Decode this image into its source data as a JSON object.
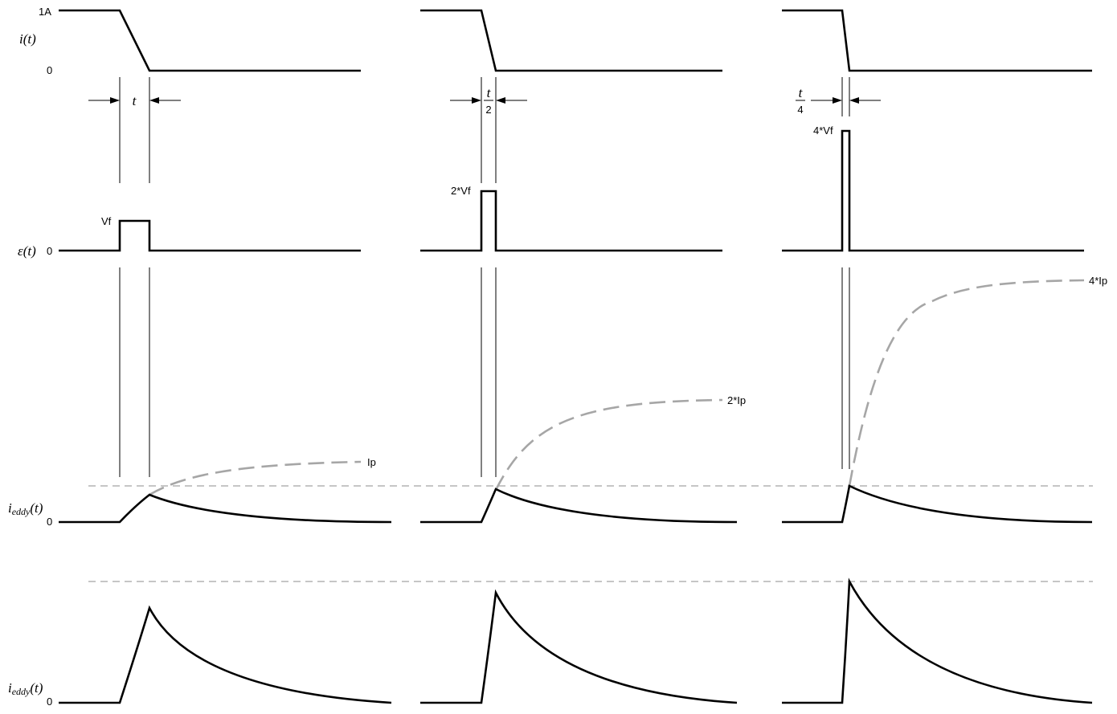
{
  "left_labels": {
    "i_t": "i(t)",
    "i_level_1A": "1A",
    "i_level_0": "0",
    "eps_t": "ε(t)",
    "eps_level_0": "0",
    "ieddy_main": "i",
    "ieddy_sub": "eddy",
    "ieddy_tail": "(t)",
    "ieddy_level_0": "0",
    "ieddy2_main": "i",
    "ieddy2_sub": "eddy",
    "ieddy2_tail": "(t)",
    "ieddy2_level_0": "0"
  },
  "columns": [
    {
      "interval_label": "t",
      "interval_den": "",
      "voltage_label": "Vf",
      "current_label": "Ip"
    },
    {
      "interval_label": "t",
      "interval_den": "2",
      "voltage_label": "2*Vf",
      "current_label": "2*Ip"
    },
    {
      "interval_label": "t",
      "interval_den": "4",
      "voltage_label": "4*Vf",
      "current_label": "4*Ip"
    }
  ]
}
